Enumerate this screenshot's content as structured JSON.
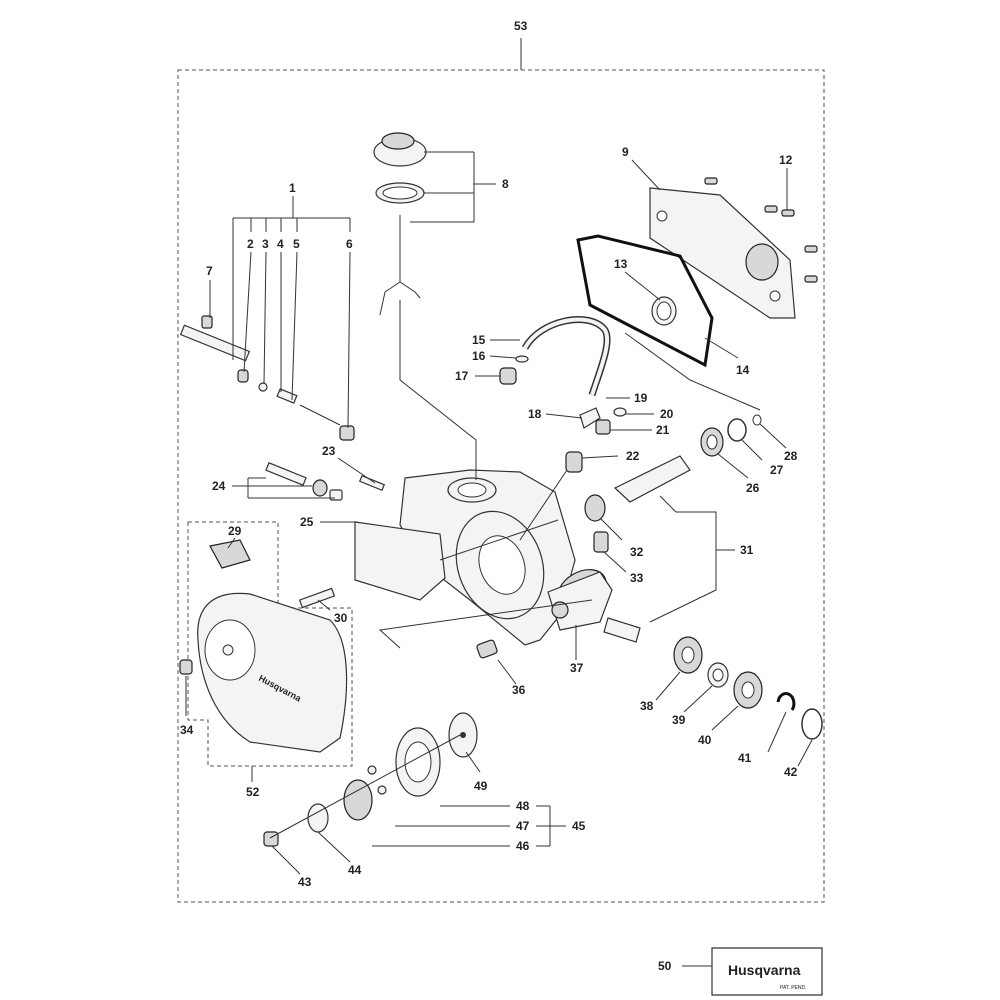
{
  "callouts": {
    "c1": "1",
    "c2": "2",
    "c3": "3",
    "c4": "4",
    "c5": "5",
    "c6": "6",
    "c7": "7",
    "c8": "8",
    "c9": "9",
    "c12": "12",
    "c13": "13",
    "c14": "14",
    "c15": "15",
    "c16": "16",
    "c17": "17",
    "c18": "18",
    "c19": "19",
    "c20": "20",
    "c21": "21",
    "c22": "22",
    "c23": "23",
    "c24": "24",
    "c25": "25",
    "c26": "26",
    "c27": "27",
    "c28": "28",
    "c29": "29",
    "c30": "30",
    "c31": "31",
    "c32": "32",
    "c33": "33",
    "c34": "34",
    "c36": "36",
    "c37": "37",
    "c38": "38",
    "c39": "39",
    "c40": "40",
    "c41": "41",
    "c42": "42",
    "c43": "43",
    "c44": "44",
    "c45": "45",
    "c46": "46",
    "c47": "47",
    "c48": "48",
    "c49": "49",
    "c50": "50",
    "c52": "52",
    "c53": "53"
  },
  "brand": {
    "cover_logo": "Husqvarna",
    "decal_logo": "Husqvarna",
    "decal_note": "PAT. PEND."
  }
}
